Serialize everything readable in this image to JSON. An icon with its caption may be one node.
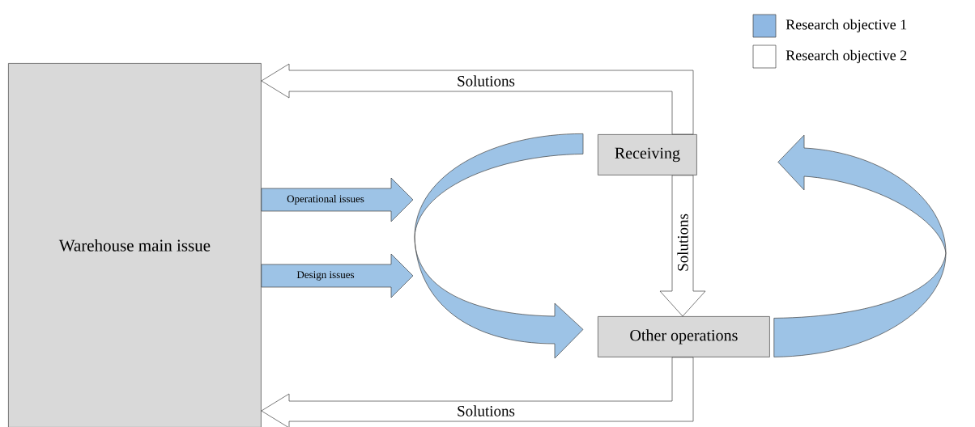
{
  "diagram": {
    "nodes": [
      {
        "text": [
          "Warehouse main issue"
        ]
      },
      {
        "text": [
          "Receiving"
        ]
      },
      {
        "text": [
          "Other operations"
        ]
      }
    ],
    "edges": [
      {
        "from": 1,
        "to": 0,
        "arrow": "to",
        "label": "Solutions",
        "color": "#ffffff"
      },
      {
        "from": 1,
        "to": 2,
        "arrow": "to",
        "label": "Solutions",
        "color": "#ffffff"
      },
      {
        "from": 2,
        "to": 0,
        "arrow": "to",
        "label": "Solutions",
        "color": "#ffffff"
      },
      {
        "from": 0,
        "to": null,
        "arrow": "to",
        "label": "Operational issues",
        "color": "#9dc3e6"
      },
      {
        "from": 0,
        "to": null,
        "arrow": "to",
        "label": "Design issues",
        "color": "#9dc3e6"
      },
      {
        "from": 1,
        "to": 2,
        "arrow": "to",
        "color": "#9dc3e6"
      },
      {
        "from": 2,
        "to": 1,
        "arrow": "to",
        "color": "#9dc3e6"
      }
    ],
    "legend": [
      {
        "text": "Research objective 1",
        "color": "#8fb8e3"
      },
      {
        "text": "Research objective 2"
      }
    ]
  }
}
